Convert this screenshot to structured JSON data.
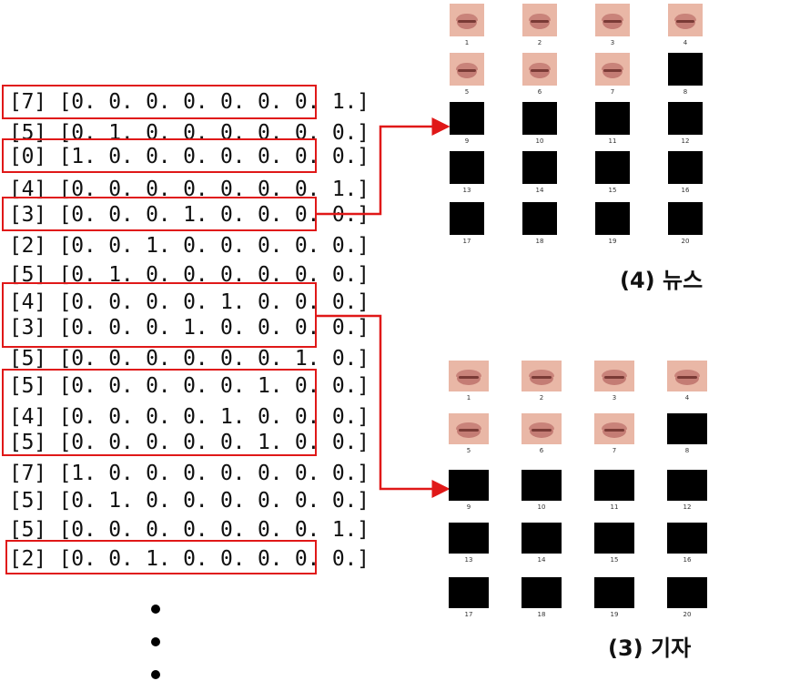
{
  "label_rows": [
    {
      "label": "[7]",
      "vector": "[0. 0. 0. 0. 0. 0. 0. 1.]"
    },
    {
      "label": "[5]",
      "vector": "[0. 1. 0. 0. 0. 0. 0. 0.]"
    },
    {
      "label": "[0]",
      "vector": "[1. 0. 0. 0. 0. 0. 0. 0.]"
    },
    {
      "label": "[4]",
      "vector": "[0. 0. 0. 0. 0. 0. 0. 1.]"
    },
    {
      "label": "[3]",
      "vector": "[0. 0. 0. 1. 0. 0. 0. 0.]"
    },
    {
      "label": "[2]",
      "vector": "[0. 0. 1. 0. 0. 0. 0. 0.]"
    },
    {
      "label": "[5]",
      "vector": "[0. 1. 0. 0. 0. 0. 0. 0.]"
    },
    {
      "label": "[4]",
      "vector": "[0. 0. 0. 0. 1. 0. 0. 0.]"
    },
    {
      "label": "[3]",
      "vector": "[0. 0. 0. 1. 0. 0. 0. 0.]"
    },
    {
      "label": "[5]",
      "vector": "[0. 0. 0. 0. 0. 0. 1. 0.]"
    },
    {
      "label": "[5]",
      "vector": "[0. 0. 0. 0. 0. 1. 0. 0.]"
    },
    {
      "label": "[4]",
      "vector": "[0. 0. 0. 0. 1. 0. 0. 0.]"
    },
    {
      "label": "[5]",
      "vector": "[0. 0. 0. 0. 0. 1. 0. 0.]"
    },
    {
      "label": "[7]",
      "vector": "[1. 0. 0. 0. 0. 0. 0. 0.]"
    },
    {
      "label": "[5]",
      "vector": "[0. 1. 0. 0. 0. 0. 0. 0.]"
    },
    {
      "label": "[5]",
      "vector": "[0. 0. 0. 0. 0. 0. 0. 1.]"
    },
    {
      "label": "[2]",
      "vector": "[0. 0. 1. 0. 0. 0. 0. 0.]"
    }
  ],
  "highlight_color": "#e01818",
  "panels": [
    {
      "caption": "(4) 뉴스",
      "frames": [
        {
          "number": "1",
          "kind": "lips"
        },
        {
          "number": "2",
          "kind": "lips"
        },
        {
          "number": "3",
          "kind": "lips"
        },
        {
          "number": "4",
          "kind": "lips"
        },
        {
          "number": "5",
          "kind": "lips"
        },
        {
          "number": "6",
          "kind": "lips"
        },
        {
          "number": "7",
          "kind": "lips"
        },
        {
          "number": "8",
          "kind": "blank"
        },
        {
          "number": "9",
          "kind": "blank"
        },
        {
          "number": "10",
          "kind": "blank"
        },
        {
          "number": "11",
          "kind": "blank"
        },
        {
          "number": "12",
          "kind": "blank"
        },
        {
          "number": "13",
          "kind": "blank"
        },
        {
          "number": "14",
          "kind": "blank"
        },
        {
          "number": "15",
          "kind": "blank"
        },
        {
          "number": "16",
          "kind": "blank"
        },
        {
          "number": "17",
          "kind": "blank"
        },
        {
          "number": "18",
          "kind": "blank"
        },
        {
          "number": "19",
          "kind": "blank"
        },
        {
          "number": "20",
          "kind": "blank"
        }
      ]
    },
    {
      "caption": "(3) 기자",
      "frames": [
        {
          "number": "1",
          "kind": "lips"
        },
        {
          "number": "2",
          "kind": "lips"
        },
        {
          "number": "3",
          "kind": "lips"
        },
        {
          "number": "4",
          "kind": "lips"
        },
        {
          "number": "5",
          "kind": "lips"
        },
        {
          "number": "6",
          "kind": "lips"
        },
        {
          "number": "7",
          "kind": "lips"
        },
        {
          "number": "8",
          "kind": "blank"
        },
        {
          "number": "9",
          "kind": "blank"
        },
        {
          "number": "10",
          "kind": "blank"
        },
        {
          "number": "11",
          "kind": "blank"
        },
        {
          "number": "12",
          "kind": "blank"
        },
        {
          "number": "13",
          "kind": "blank"
        },
        {
          "number": "14",
          "kind": "blank"
        },
        {
          "number": "15",
          "kind": "blank"
        },
        {
          "number": "16",
          "kind": "blank"
        },
        {
          "number": "17",
          "kind": "blank"
        },
        {
          "number": "18",
          "kind": "blank"
        },
        {
          "number": "19",
          "kind": "blank"
        },
        {
          "number": "20",
          "kind": "blank"
        }
      ]
    }
  ]
}
